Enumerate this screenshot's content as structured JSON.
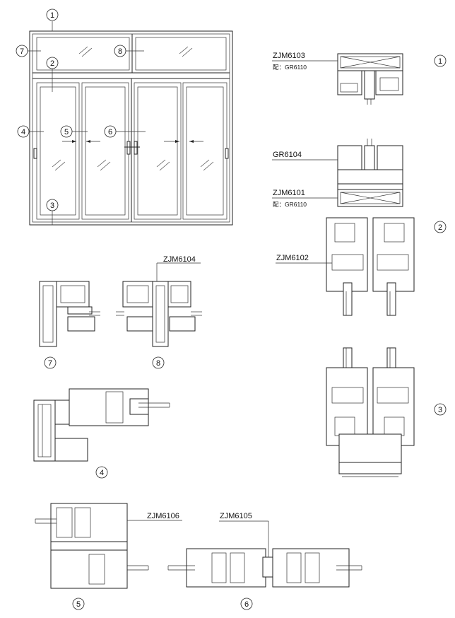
{
  "markers": {
    "m1": "1",
    "m2": "2",
    "m3": "3",
    "m4": "4",
    "m5": "5",
    "m6": "6",
    "m7": "7",
    "m8": "8"
  },
  "labels": {
    "zjm6103": "ZJM6103",
    "zjm6103_sub": "配：GR6110",
    "gr6104": "GR6104",
    "zjm6101": "ZJM6101",
    "zjm6101_sub": "配：GR6110",
    "zjm6102": "ZJM6102",
    "zjm6104": "ZJM6104",
    "zjm6106": "ZJM6106",
    "zjm6105": "ZJM6105"
  }
}
